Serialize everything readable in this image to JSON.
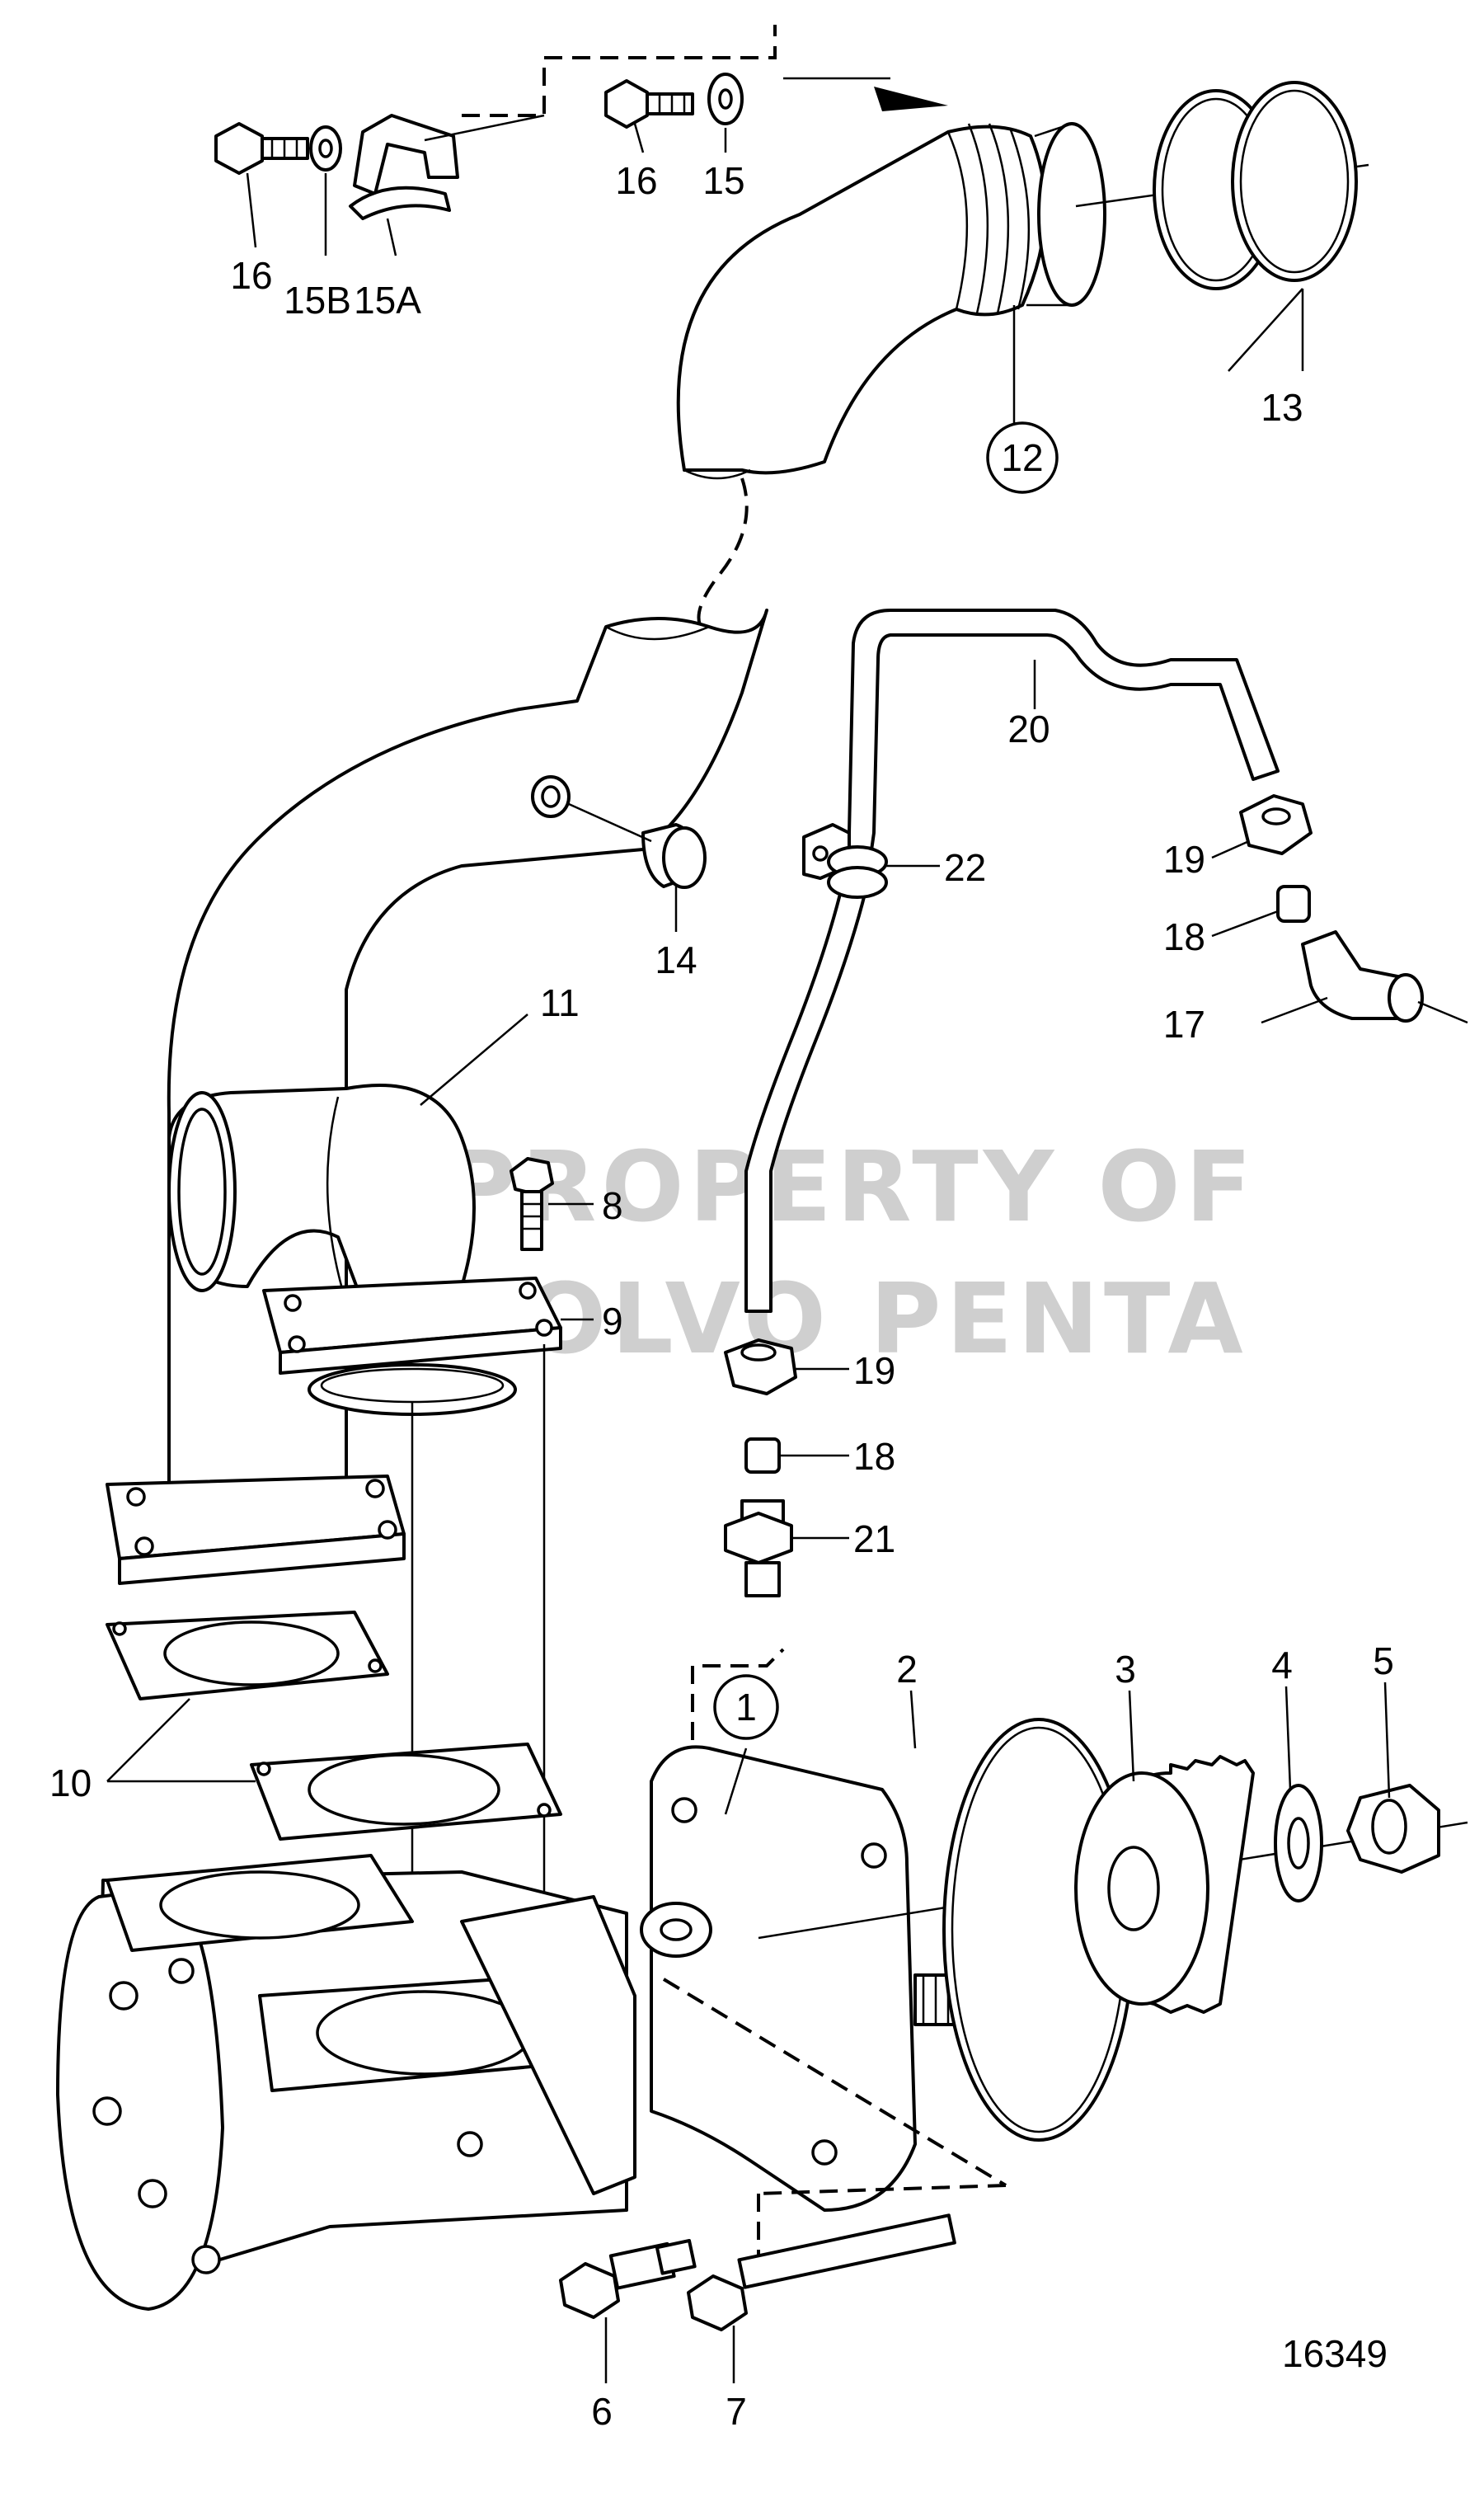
{
  "drawing_number": "16349",
  "watermark": {
    "line1": "PROPERTY OF",
    "line2": "VOLVO PENTA"
  },
  "callouts": {
    "c1": "1",
    "c2": "2",
    "c3": "3",
    "c4": "4",
    "c5": "5",
    "c6": "6",
    "c7": "7",
    "c8": "8",
    "c9": "9",
    "c10": "10",
    "c11": "11",
    "c12": "12",
    "c13": "13",
    "c14": "14",
    "c15": "15",
    "c15A": "15A",
    "c15B": "15B",
    "c16a": "16",
    "c16b": "16",
    "c17": "17",
    "c18a": "18",
    "c18b": "18",
    "c19a": "19",
    "c19b": "19",
    "c20": "20",
    "c21": "21",
    "c22": "22"
  }
}
